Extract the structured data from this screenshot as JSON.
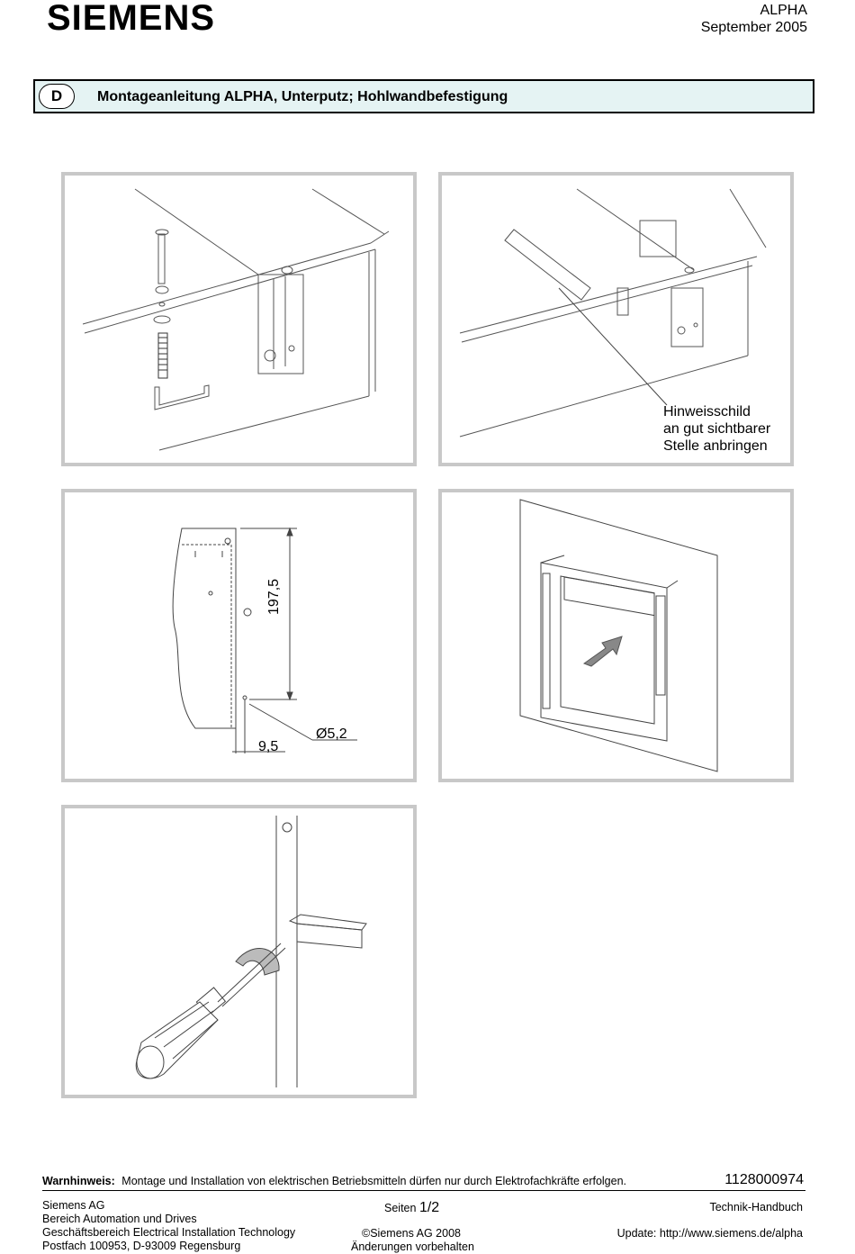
{
  "header": {
    "logo": "SIEMENS",
    "product": "ALPHA",
    "date": "September 2005"
  },
  "titlebar": {
    "lang": "D",
    "title": "Montageanleitung ALPHA, Unterputz; Hohlwandbefestigung"
  },
  "panels": {
    "p2": {
      "label_lines": [
        "Hinweisschild",
        "an gut sichtbarer",
        "Stelle anbringen"
      ]
    },
    "p3": {
      "dim_height": "197,5",
      "dim_offset": "9,5",
      "dim_diameter": "Ø5,2"
    }
  },
  "footer": {
    "warn_label": "Warnhinweis:",
    "warn_text": "Montage und Installation von elektrischen Betriebsmitteln dürfen nur durch Elektrofachkräfte erfolgen.",
    "doc_number": "1128000974",
    "company_lines": [
      "Siemens AG",
      "Bereich Automation und Drives",
      "Geschäftsbereich Electrical Installation Technology",
      "Postfach 100953, D-93009 Regensburg"
    ],
    "pages_label": "Seiten",
    "pages_value": "1/2",
    "copyright": "©Siemens AG 2008",
    "changes": "Änderungen vorbehalten",
    "handbook": "Technik-Handbuch",
    "update": "Update: http://www.siemens.de/alpha"
  }
}
